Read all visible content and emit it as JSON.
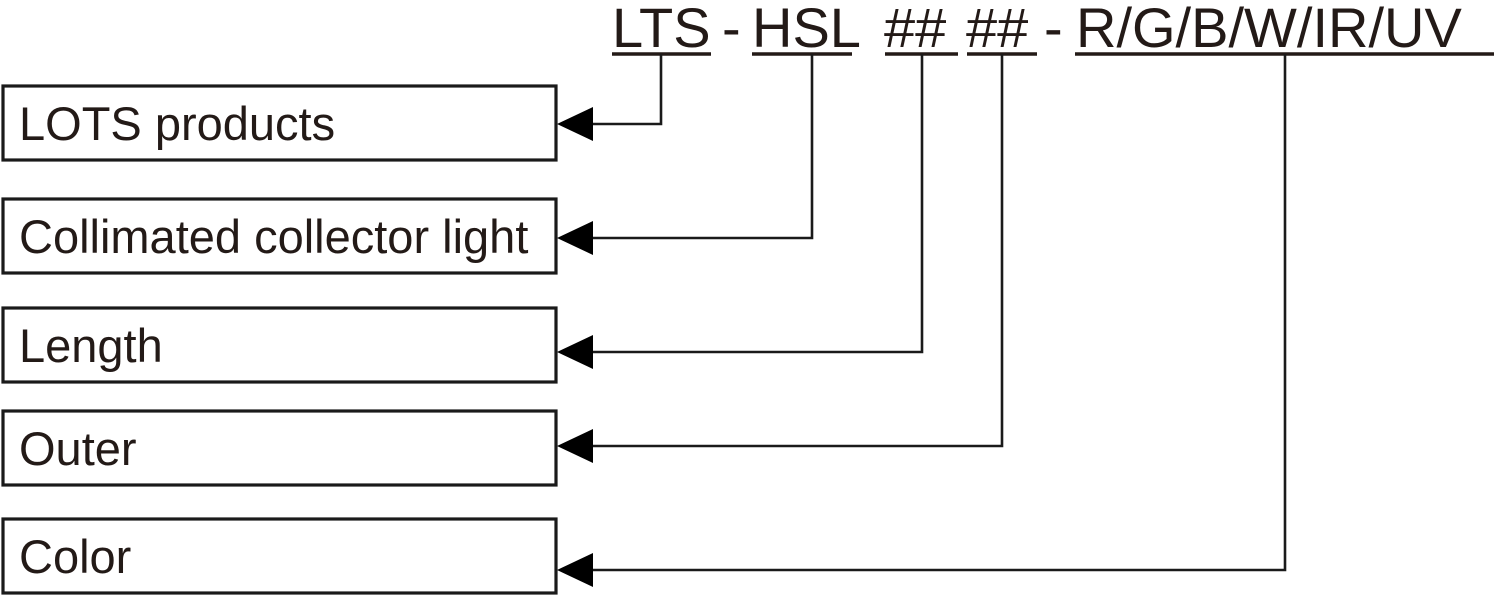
{
  "diagram": {
    "title": "LTS - HSL #### - R/G/B/W/IR/UV part number breakdown",
    "type": "callout-breakdown",
    "colors": {
      "text": "#231a17",
      "line": "#1a1a1a",
      "arrow": "#000000",
      "background": "#ffffff"
    },
    "code_line": {
      "segments": [
        {
          "id": "lts",
          "text": "LTS",
          "underlined": true,
          "callout": "LOTS products"
        },
        {
          "id": "dash1",
          "text": "-",
          "underlined": false,
          "callout": null
        },
        {
          "id": "hsl",
          "text": "HSL",
          "underlined": true,
          "callout": "Collimated collector light"
        },
        {
          "id": "len",
          "text": "##",
          "underlined": true,
          "callout": "Length"
        },
        {
          "id": "out",
          "text": "##",
          "underlined": true,
          "callout": "Outer"
        },
        {
          "id": "dash2",
          "text": "-",
          "underlined": false,
          "callout": null
        },
        {
          "id": "color",
          "text": "R/G/B/W/IR/UV",
          "underlined": true,
          "callout": "Color"
        }
      ],
      "full_text": "LTS - HSL #### - R/G/B/W/IR/UV"
    },
    "callouts": [
      {
        "id": "lts",
        "label": "LOTS products"
      },
      {
        "id": "hsl",
        "label": "Collimated collector light"
      },
      {
        "id": "len",
        "label": "Length"
      },
      {
        "id": "out",
        "label": "Outer"
      },
      {
        "id": "color",
        "label": "Color"
      }
    ]
  }
}
